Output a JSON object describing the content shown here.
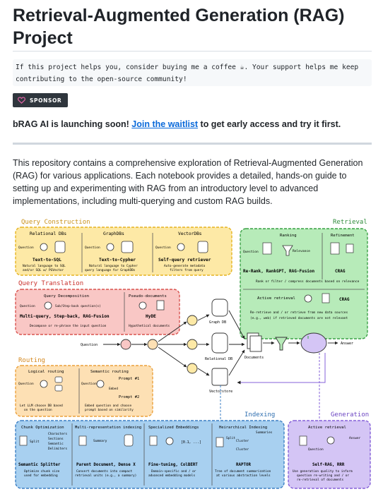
{
  "page": {
    "title": "Retrieval-Augmented Generation (RAG) Project",
    "support_note": "If this project helps you, consider buying me a coffee ☕. Your support helps me keep contributing to the open-source community!",
    "sponsor_label": "SPONSOR",
    "launch": {
      "prefix": "bRAG AI is launching soon! ",
      "link": "Join the waitlist",
      "suffix": " to get early access and try it first."
    },
    "description": "This repository contains a comprehensive exploration of Retrieval-Augmented Generation (RAG) for various applications. Each notebook provides a detailed, hands-on guide to setting up and experimenting with RAG from an introductory level to advanced implementations, including multi-querying and custom RAG builds."
  },
  "diagram": {
    "query_construction": {
      "title": "Query Construction",
      "cols": [
        {
          "head": "Relational DBs",
          "label": "Text-to-SQL",
          "sub1": "Natural language to SQL",
          "sub2": "and/or SQL w/ PGVector"
        },
        {
          "head": "GraphDBs",
          "label": "Text-to-Cypher",
          "sub1": "Natural language to Cypher",
          "sub2": "query language for GraphDBs"
        },
        {
          "head": "VectorDBs",
          "label": "Self-query retriever",
          "sub1": "Auto-generate metadata",
          "sub2": "filters from query"
        }
      ],
      "question": "Question"
    },
    "query_translation": {
      "title": "Query Translation",
      "decomp_head": "Query Decomposition",
      "pseudo_head": "Pseudo-documents",
      "label1": "Multi-query, Step-back, RAG-Fusion",
      "label2": "HyDE",
      "sub1": "Decompose or re-phrase the input question",
      "sub2": "Hypothetical documents",
      "question": "Question",
      "sub_question": "Sub/Step-back question(s)"
    },
    "routing": {
      "title": "Routing",
      "logical": "Logical routing",
      "semantic": "Semantic routing",
      "prompt1": "Prompt #1",
      "prompt2": "Prompt #2",
      "embed": "Embed",
      "question": "Question",
      "sub1": "Let LLM choose DB based",
      "sub2": "on the question",
      "sub3": "Embed question and choose",
      "sub4": "prompt based on similarity"
    },
    "retrieval": {
      "title": "Retrieval",
      "ranking": "Ranking",
      "refinement": "Refinement",
      "relevance": "Relevance",
      "question": "Question",
      "label1": "Re-Rank, RankGPT, RAG-Fusion",
      "label2": "CRAG",
      "sub1": "Rank or filter / compress documents based on relevance",
      "active": "Active retrieval",
      "crag2": "CRAG",
      "sub2": "Re-retrieve and / or retrieve from new data sources",
      "sub3": "(e.g., web) if retrieved documents are not relevant"
    },
    "center": {
      "question": "Question",
      "graph_db": "Graph DB",
      "relational_db": "Relational DB",
      "vectorstore": "Vectorstore",
      "documents": "Documents",
      "answer": "Answer"
    },
    "indexing": {
      "title": "Indexing",
      "cols": [
        {
          "head": "Chunk Optimization",
          "label": "Semantic Splitter",
          "sub1": "Optimize chunk size",
          "sub2": "used for embedding"
        },
        {
          "head": "Multi-representation indexing",
          "label": "Parent Document, Dense X",
          "sub1": "Convert documents into compact",
          "sub2": "retrieval units (e.g., a summary)"
        },
        {
          "head": "Specialized Embeddings",
          "label": "Fine-tuning, ColBERT",
          "sub1": "Domain-specific and / or",
          "sub2": "advanced embedding models"
        },
        {
          "head": "Heirarchical Indexing",
          "label": "RAPTOR",
          "sub1": "Tree of document summarization",
          "sub2": "at various abstraction levels"
        }
      ],
      "chunk_items": [
        "Characters",
        "Sections",
        "Semantic",
        "Delimiters"
      ],
      "split": "Split",
      "summary": "Summary",
      "vector": "[0.1, ...]",
      "summaries": "Summaries",
      "cluster": "Cluster"
    },
    "generation": {
      "title": "Generation",
      "active": "Active retrieval",
      "question": "Question",
      "answer": "Answer",
      "label": "Self-RAG, RRR",
      "sub1": "Use generation quality to inform",
      "sub2": "question re-writing and / or",
      "sub3": "re-retrieval of documents"
    },
    "colors": {
      "yellow_fill": "#fde9a6",
      "yellow_stroke": "#e5b320",
      "red_fill": "#f9c7c5",
      "red_stroke": "#d9534f",
      "orange_fill": "#fde0b4",
      "orange_stroke": "#eba13c",
      "green_fill": "#b7ebb9",
      "green_stroke": "#3aa146",
      "blue_fill": "#a8d0f0",
      "blue_stroke": "#3b7fc4",
      "purple_fill": "#d4c5f5",
      "purple_stroke": "#8560d8",
      "accent_link": "#0969da"
    }
  }
}
